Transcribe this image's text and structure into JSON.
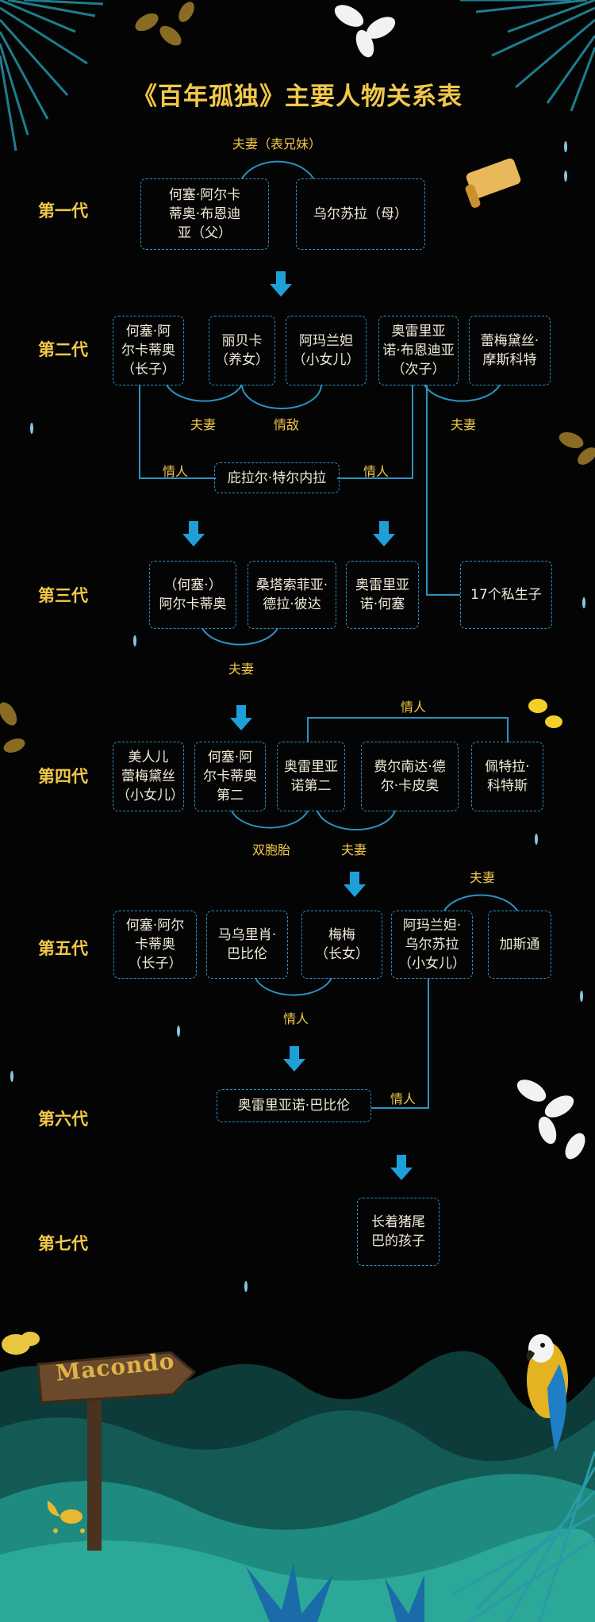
{
  "title": "《百年孤独》主要人物关系表",
  "generations": [
    "第一代",
    "第二代",
    "第三代",
    "第四代",
    "第五代",
    "第六代",
    "第七代"
  ],
  "people": {
    "jose_arcadio_buendia": "何塞·阿尔卡\n蒂奥·布恩迪\n亚（父）",
    "ursula": "乌尔苏拉（母）",
    "g2_jose_arcadio": "何塞·阿\n尔卡蒂奥\n（长子）",
    "rebeca": "丽贝卡\n（养女）",
    "amaranta": "阿玛兰妲\n（小女儿）",
    "aureliano_buendia": "奥雷里亚\n诺·布恩迪亚\n（次子）",
    "remedios_moscote": "蕾梅黛丝·\n摩斯科特",
    "pilar_ternera": "庇拉尔·特尔内拉",
    "g3_arcadio": "（何塞·）\n阿尔卡蒂奥",
    "santa_sofia": "桑塔索菲亚·\n德拉·彼达",
    "aureliano_jose": "奥雷里亚\n诺·何塞",
    "seventeen_sons": "17个私生子",
    "remedios_beauty": "美人儿\n蕾梅黛丝\n（小女儿）",
    "jose_arcadio_segundo": "何塞·阿\n尔卡蒂奥\n第二",
    "aureliano_segundo": "奥雷里亚\n诺第二",
    "fernanda": "费尔南达·德\n尔·卡皮奥",
    "petra_cotes": "佩特拉·\n科特斯",
    "g5_jose_arcadio": "何塞·阿尔\n卡蒂奥\n（长子）",
    "mauricio": "马乌里肖·\n巴比伦",
    "meme": "梅梅\n（长女）",
    "amaranta_ursula": "阿玛兰妲·\n乌尔苏拉\n（小女儿）",
    "gaston": "加斯通",
    "aureliano_babilonia": "奥雷里亚诺·巴比伦",
    "pig_tail_child": "长着猪尾\n巴的孩子"
  },
  "relations": {
    "g1_couple": "夫妻（表兄妹）",
    "g2_couple_left": "夫妻",
    "g2_lovers_rivals": "情敌",
    "g2_couple_right": "夫妻",
    "g2_lover_left": "情人",
    "g2_lover_right": "情人",
    "g3_couple": "夫妻",
    "g4_lover_top": "情人",
    "g4_twins": "双胞胎",
    "g4_couple": "夫妻",
    "g5_couple": "夫妻",
    "g5_lover": "情人",
    "g6_lover": "情人"
  },
  "signpost": "Macondo",
  "colors": {
    "background": "#050404",
    "accent_gold": "#f0c84a",
    "box_border": "#2a93c4",
    "arrow": "#1e9fd8",
    "text": "#f0ead8"
  },
  "icons": [
    "palm-leaf-icon",
    "leaf-icon",
    "scroll-icon",
    "butterfly-icon",
    "parrot-icon",
    "scorpion-icon",
    "signpost-icon",
    "raindrop-icon",
    "down-arrow-icon"
  ]
}
